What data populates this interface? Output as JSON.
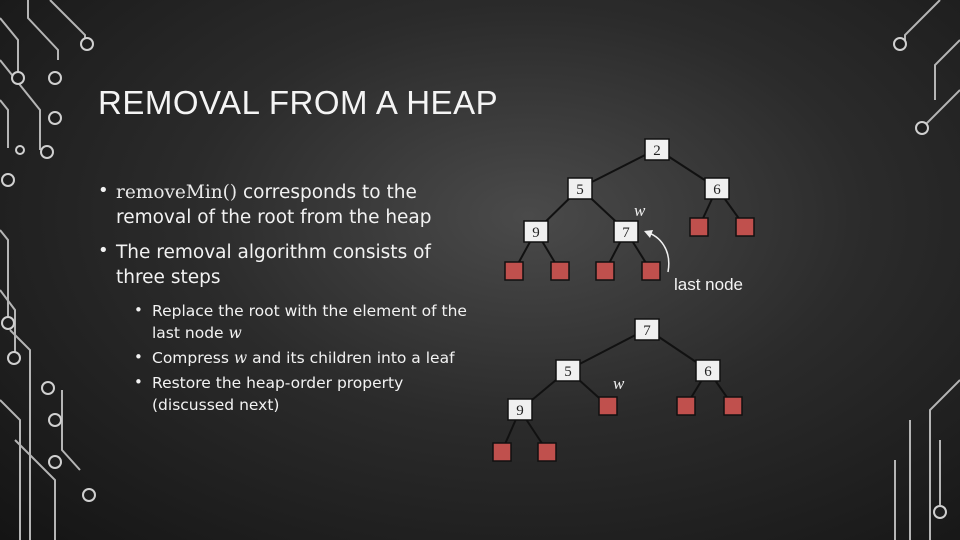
{
  "slide": {
    "title": "REMOVAL FROM A HEAP",
    "bullets": {
      "b1_code": "removeMin()",
      "b1_text": " corresponds to the removal of the root from the heap",
      "b2_text": "The removal algorithm consists of three steps",
      "sub1_text": "Replace the root with the element of the last node ",
      "sub1_var": "w",
      "sub2_pre": "Compress ",
      "sub2_var": "w",
      "sub2_post": " and its children into a leaf",
      "sub3_text": "Restore the heap-order property (discussed next)"
    }
  },
  "diagram": {
    "colors": {
      "node": "#f0f0f0",
      "leaf": "#c0504d",
      "edge": "#111111",
      "text": "#f0f0f0"
    },
    "tree_before": {
      "nodes": {
        "root": "2",
        "left": "5",
        "right": "6",
        "left_left": "9",
        "left_right": "7"
      },
      "w_label": "w",
      "annotation": "last node"
    },
    "tree_after": {
      "nodes": {
        "root": "7",
        "left": "5",
        "right": "6",
        "left_left": "9"
      },
      "w_label": "w"
    }
  }
}
